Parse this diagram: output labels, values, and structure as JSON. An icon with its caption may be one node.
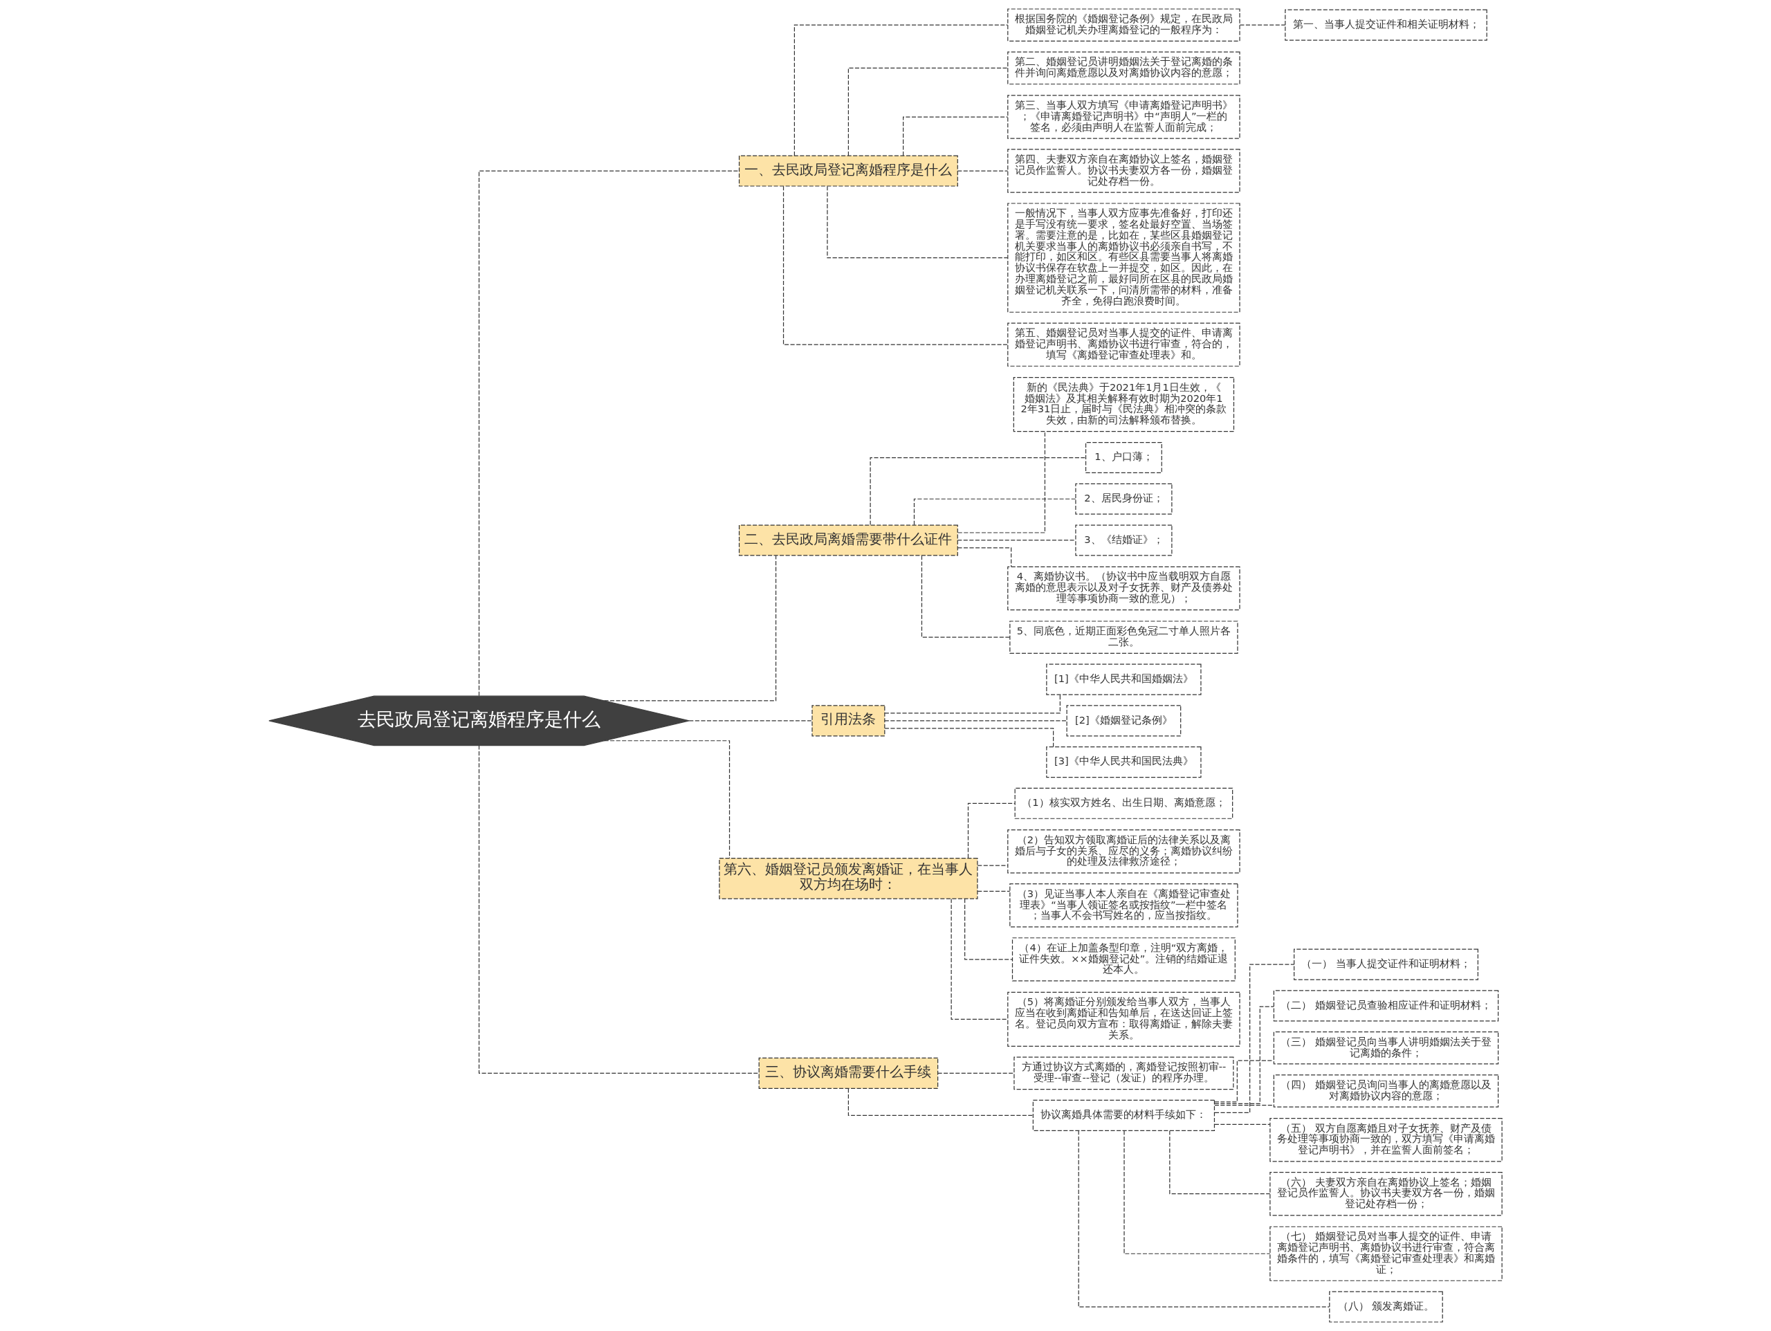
{
  "diagram": {
    "nodes": [
      {
        "text": [
          "去民政局登记离婚程序是什么"
        ]
      },
      {
        "text": [
          "一、去民政局登记离婚程序是什么"
        ]
      },
      {
        "text": [
          "根据国务院的《婚姻登记条例》规定，在民政局婚姻登记机关办理离婚登记的一般程序为："
        ]
      },
      {
        "text": [
          "第一、当事人提交证件和相关证明材料；"
        ]
      },
      {
        "text": [
          "第二、婚姻登记员讲明婚姻法关于登记离婚的条件并询问离婚意愿以及对离婚协议内容的意愿；"
        ]
      },
      {
        "text": [
          "第三、当事人双方填写《申请离婚登记声明书》；《申请离婚登记声明书》中“声明人”一栏的签名，必须由声明人在监誓人面前完成；"
        ]
      },
      {
        "text": [
          "第四、夫妻双方亲自在离婚协议上签名，婚姻登记员作监誓人。协议书夫妻双方各一份，婚姻登记处存档一份。"
        ]
      },
      {
        "text": [
          "一般情况下，当事人双方应事先准备好，打印还是手写没有统一要求，签名处最好空置、当场签署。需要注意的是，比如在，某些区县婚姻登记机关要求当事人的离婚协议书必须亲自书写，不能打印，如区和区。有些区县需要当事人将离婚协议书保存在软盘上一并提交，如区。因此，在办理离婚登记之前，最好同所在区县的民政局婚姻登记机关联系一下，问清所需带的材料，准备齐全，免得白跑浪费时间。"
        ]
      },
      {
        "text": [
          "第五、婚姻登记员对当事人提交的证件、申请离婚登记声明书、离婚协议书进行审查，符合的，填写《离婚登记审查处理表》和。"
        ]
      },
      {
        "text": [
          "二、去民政局离婚需要带什么证件"
        ]
      },
      {
        "text": [
          "新的《民法典》于2021年1月1日生效，《婚姻法》及其相关解释有效时期为2020年12年31日止，届时与《民法典》相冲突的条款失效，由新的司法解释颁布替换。"
        ]
      },
      {
        "text": [
          "1、户口薄；"
        ]
      },
      {
        "text": [
          "2、居民身份证；"
        ]
      },
      {
        "text": [
          "3、《结婚证》；"
        ]
      },
      {
        "text": [
          "4、离婚协议书。（协议书中应当载明双方自愿离婚的意思表示以及对子女抚养、财产及债券处理等事项协商一致的意见）；"
        ]
      },
      {
        "text": [
          "5、同底色，近期正面彩色免冠二寸单人照片各二张。"
        ]
      },
      {
        "text": [
          "引用法条"
        ]
      },
      {
        "text": [
          "[1]《中华人民共和国婚姻法》"
        ]
      },
      {
        "text": [
          "[2]《婚姻登记条例》"
        ]
      },
      {
        "text": [
          "[3]《中华人民共和国民法典》"
        ]
      },
      {
        "text": [
          "第六、婚姻登记员颁发离婚证，在当事人双方均在场时："
        ]
      },
      {
        "text": [
          "（1）核实双方姓名、出生日期、离婚意愿；"
        ]
      },
      {
        "text": [
          "（2）告知双方领取离婚证后的法律关系以及离婚后与子女的关系、应尽的义务；离婚协议纠纷的处理及法律救济途径；"
        ]
      },
      {
        "text": [
          "（3）见证当事人本人亲自在《离婚登记审查处理表》“当事人领证签名或按指纹”一栏中签名；当事人不会书写姓名的，应当按指纹。"
        ]
      },
      {
        "text": [
          "（4）在证上加盖条型印章，注明“双方离婚，证件失效。××婚姻登记处”。注销的结婚证退还本人。"
        ]
      },
      {
        "text": [
          "（5）将离婚证分别颁发给当事人双方，当事人应当在收到离婚证和告知单后，在送达回证上签名。登记员向双方宣布：取得离婚证，解除夫妻关系。"
        ]
      },
      {
        "text": [
          "三、协议离婚需要什么手续"
        ]
      },
      {
        "text": [
          "方通过协议方式离婚的，离婚登记按照初审--受理--审查--登记（发证）的程序办理。"
        ]
      },
      {
        "text": [
          "协议离婚具体需要的材料手续如下："
        ]
      },
      {
        "text": [
          "（一） 当事人提交证件和证明材料；"
        ]
      },
      {
        "text": [
          "（二） 婚姻登记员查验相应证件和证明材料；"
        ]
      },
      {
        "text": [
          "（三） 婚姻登记员向当事人讲明婚姻法关于登记离婚的条件；"
        ]
      },
      {
        "text": [
          "（四） 婚姻登记员询问当事人的离婚意愿以及对离婚协议内容的意愿；"
        ]
      },
      {
        "text": [
          "（五） 双方自愿离婚且对子女抚养、财产及债务处理等事项协商一致的，双方填写《申请离婚登记声明书》，并在监誓人面前签名；"
        ]
      },
      {
        "text": [
          "（六） 夫妻双方亲自在离婚协议上签名；婚姻登记员作监誓人。协议书夫妻双方各一份，婚姻登记处存档一份；"
        ]
      },
      {
        "text": [
          "（七） 婚姻登记员对当事人提交的证件、申请离婚登记声明书、离婚协议书进行审查，符合离婚条件的，填写《离婚登记审查处理表》和离婚证；"
        ]
      },
      {
        "text": [
          "（八） 颁发离婚证。"
        ]
      }
    ],
    "edges": [
      {
        "from": 0,
        "to": 1,
        "arrow": "none",
        "style": "dashed"
      },
      {
        "from": 1,
        "to": 2,
        "arrow": "none",
        "style": "dashed"
      },
      {
        "from": 2,
        "to": 3,
        "arrow": "none",
        "style": "dashed"
      },
      {
        "from": 1,
        "to": 4,
        "arrow": "none",
        "style": "dashed"
      },
      {
        "from": 1,
        "to": 5,
        "arrow": "none",
        "style": "dashed"
      },
      {
        "from": 1,
        "to": 6,
        "arrow": "none",
        "style": "dashed"
      },
      {
        "from": 1,
        "to": 7,
        "arrow": "none",
        "style": "dashed"
      },
      {
        "from": 1,
        "to": 8,
        "arrow": "none",
        "style": "dashed"
      },
      {
        "from": 0,
        "to": 9,
        "arrow": "none",
        "style": "dashed"
      },
      {
        "from": 9,
        "to": 10,
        "arrow": "none",
        "style": "dashed"
      },
      {
        "from": 9,
        "to": 11,
        "arrow": "none",
        "style": "dashed"
      },
      {
        "from": 9,
        "to": 12,
        "arrow": "none",
        "style": "dashed"
      },
      {
        "from": 9,
        "to": 13,
        "arrow": "none",
        "style": "dashed"
      },
      {
        "from": 9,
        "to": 14,
        "arrow": "none",
        "style": "dashed"
      },
      {
        "from": 9,
        "to": 15,
        "arrow": "none",
        "style": "dashed"
      },
      {
        "from": 0,
        "to": 16,
        "arrow": "none",
        "style": "dashed"
      },
      {
        "from": 16,
        "to": 17,
        "arrow": "none",
        "style": "dashed"
      },
      {
        "from": 16,
        "to": 18,
        "arrow": "none",
        "style": "dashed"
      },
      {
        "from": 16,
        "to": 19,
        "arrow": "none",
        "style": "dashed"
      },
      {
        "from": 0,
        "to": 20,
        "arrow": "none",
        "style": "dashed"
      },
      {
        "from": 20,
        "to": 21,
        "arrow": "none",
        "style": "dashed"
      },
      {
        "from": 20,
        "to": 22,
        "arrow": "none",
        "style": "dashed"
      },
      {
        "from": 20,
        "to": 23,
        "arrow": "none",
        "style": "dashed"
      },
      {
        "from": 20,
        "to": 24,
        "arrow": "none",
        "style": "dashed"
      },
      {
        "from": 20,
        "to": 25,
        "arrow": "none",
        "style": "dashed"
      },
      {
        "from": 0,
        "to": 26,
        "arrow": "none",
        "style": "dashed"
      },
      {
        "from": 26,
        "to": 27,
        "arrow": "none",
        "style": "dashed"
      },
      {
        "from": 26,
        "to": 28,
        "arrow": "none",
        "style": "dashed"
      },
      {
        "from": 28,
        "to": 29,
        "arrow": "none",
        "style": "dashed"
      },
      {
        "from": 28,
        "to": 30,
        "arrow": "none",
        "style": "dashed"
      },
      {
        "from": 28,
        "to": 31,
        "arrow": "none",
        "style": "dashed"
      },
      {
        "from": 28,
        "to": 32,
        "arrow": "none",
        "style": "dashed"
      },
      {
        "from": 28,
        "to": 33,
        "arrow": "none",
        "style": "dashed"
      },
      {
        "from": 28,
        "to": 34,
        "arrow": "none",
        "style": "dashed"
      },
      {
        "from": 28,
        "to": 35,
        "arrow": "none",
        "style": "dashed"
      },
      {
        "from": 28,
        "to": 36,
        "arrow": "none",
        "style": "dashed"
      }
    ]
  }
}
